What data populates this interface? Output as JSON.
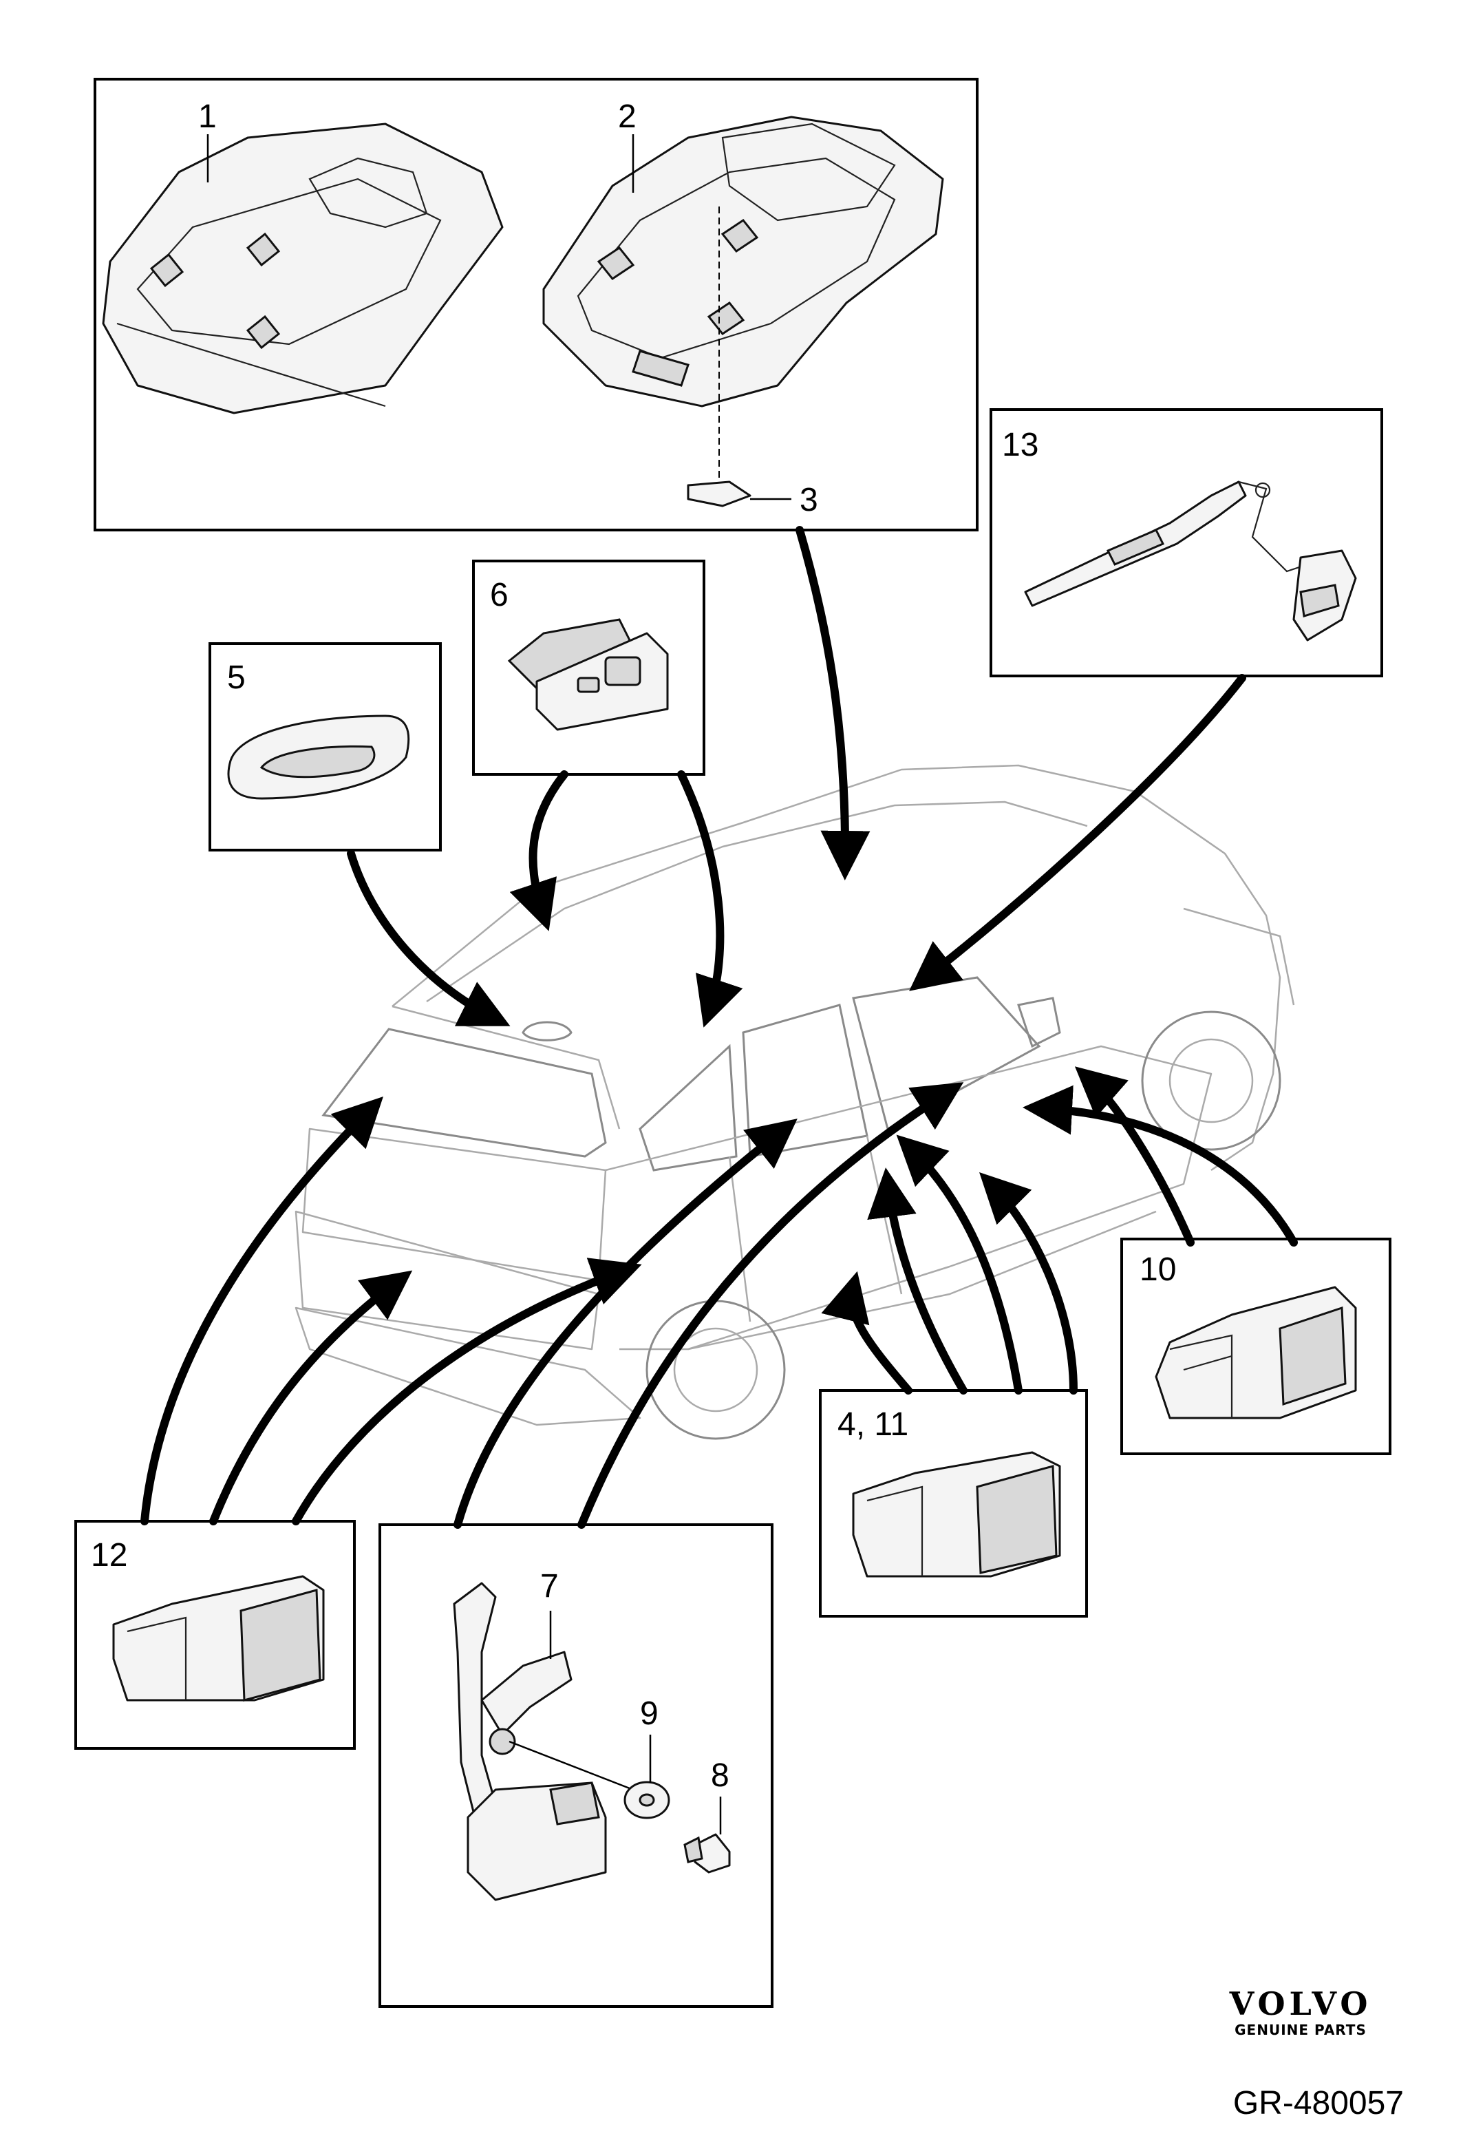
{
  "callouts": {
    "c1": "1",
    "c2": "2",
    "c3": "3",
    "c4_11": "4, 11",
    "c5": "5",
    "c6": "6",
    "c7": "7",
    "c8": "8",
    "c9": "9",
    "c10": "10",
    "c12": "12",
    "c13": "13"
  },
  "brand": {
    "name": "VOLVO",
    "subtitle": "GENUINE PARTS"
  },
  "reference": "GR-480057"
}
